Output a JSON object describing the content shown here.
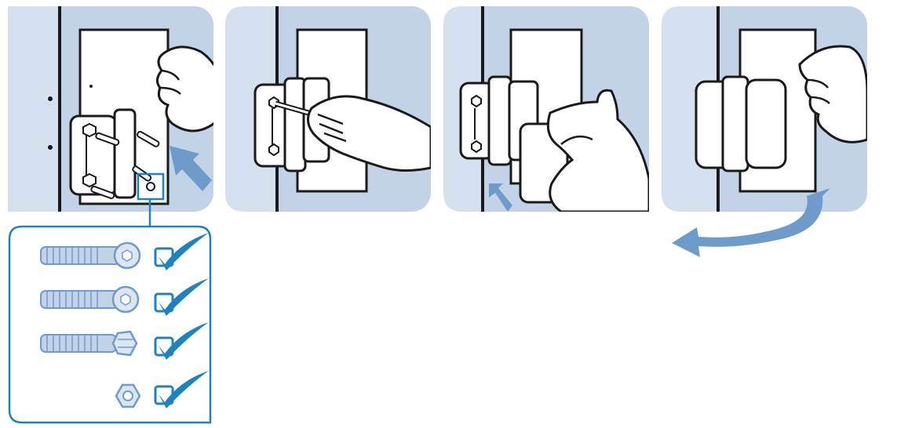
{
  "figure": {
    "steps": [
      {
        "icon": "step-1-mount-hinge-icon"
      },
      {
        "icon": "step-2-tighten-screws-icon"
      },
      {
        "icon": "step-3-attach-cover-icon"
      },
      {
        "icon": "step-4-swing-door-icon"
      }
    ],
    "fasteners": [
      {
        "icon": "socket-cap-screw-long-icon",
        "status": "checked"
      },
      {
        "icon": "button-head-screw-icon",
        "status": "checked"
      },
      {
        "icon": "hex-bolt-icon",
        "status": "checked"
      },
      {
        "icon": "hex-nut-icon",
        "status": "checked"
      }
    ],
    "colors": {
      "panel_bg": "#C3D3E7",
      "panel_bg_light": "#DCE6F2",
      "accent": "#1F82C0",
      "arrow": "#6F9BCB",
      "outline": "#1A1A1A"
    }
  }
}
